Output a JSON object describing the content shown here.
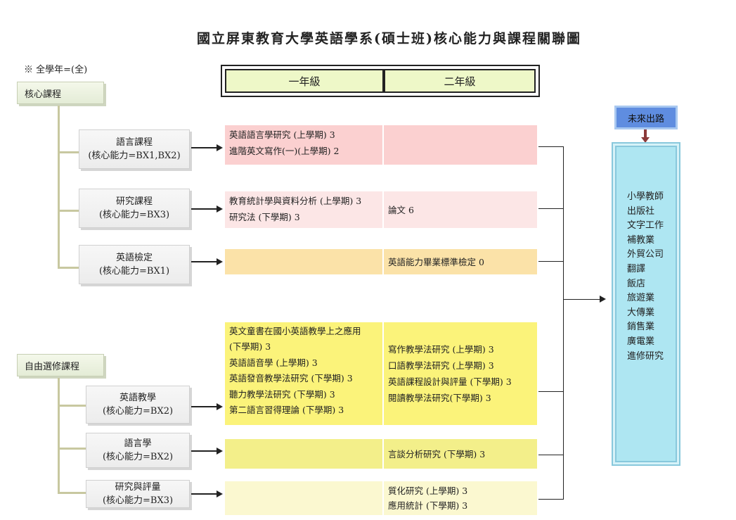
{
  "title": "國立屏東教育大學英語學系(碩士班)核心能力與課程關聯圖",
  "note": "※ 全學年=(全)",
  "years": {
    "first": "一年級",
    "second": "二年級"
  },
  "categories": {
    "core": "核心課程",
    "elective": "自由選修課程"
  },
  "subcategories": [
    {
      "name": "語言課程",
      "ability": "(核心能力=BX1,BX2)"
    },
    {
      "name": "研究課程",
      "ability": "(核心能力=BX3)"
    },
    {
      "name": "英語檢定",
      "ability": "(核心能力=BX1)"
    },
    {
      "name": "英語教學",
      "ability": "(核心能力=BX2)"
    },
    {
      "name": "語言學",
      "ability": "(核心能力=BX2)"
    },
    {
      "name": "研究與評量",
      "ability": "(核心能力=BX3)"
    }
  ],
  "courses": [
    {
      "year1": [
        "英語語言學研究 (上學期) 3",
        "進階英文寫作(一)(上學期) 2"
      ],
      "year2": []
    },
    {
      "year1": [
        "教育統計學與資料分析 (上學期) 3",
        "研究法 (下學期) 3"
      ],
      "year2": [
        "論文 6"
      ]
    },
    {
      "year1": [],
      "year2": [
        "英語能力畢業標準檢定 0"
      ]
    },
    {
      "year1": [
        "英文童書在國小英語教學上之應用",
        "(下學期) 3",
        "英語語音學 (上學期) 3",
        "英語發音教學法研究 (下學期) 3",
        "聽力教學法研究 (下學期) 3",
        "第二語言習得理論 (下學期) 3"
      ],
      "year2": [
        "寫作教學法研究 (上學期) 3",
        "口語教學法研究 (上學期) 3",
        "英語課程設計與評量 (下學期) 3",
        "閱讀教學法研究(下學期) 3"
      ]
    },
    {
      "year1": [],
      "year2": [
        "言談分析研究 (下學期) 3"
      ]
    },
    {
      "year1": [],
      "year2": [
        "質化研究 (上學期) 3",
        "應用統計 (下學期) 3"
      ]
    }
  ],
  "future": {
    "heading": "未來出路",
    "items": [
      "小學教師",
      "出版社",
      "文字工作",
      "補教業",
      "外貿公司",
      "翻譯",
      "飯店",
      "旅遊業",
      "大傳業",
      "銷售業",
      "廣電業",
      "進修研究"
    ]
  }
}
